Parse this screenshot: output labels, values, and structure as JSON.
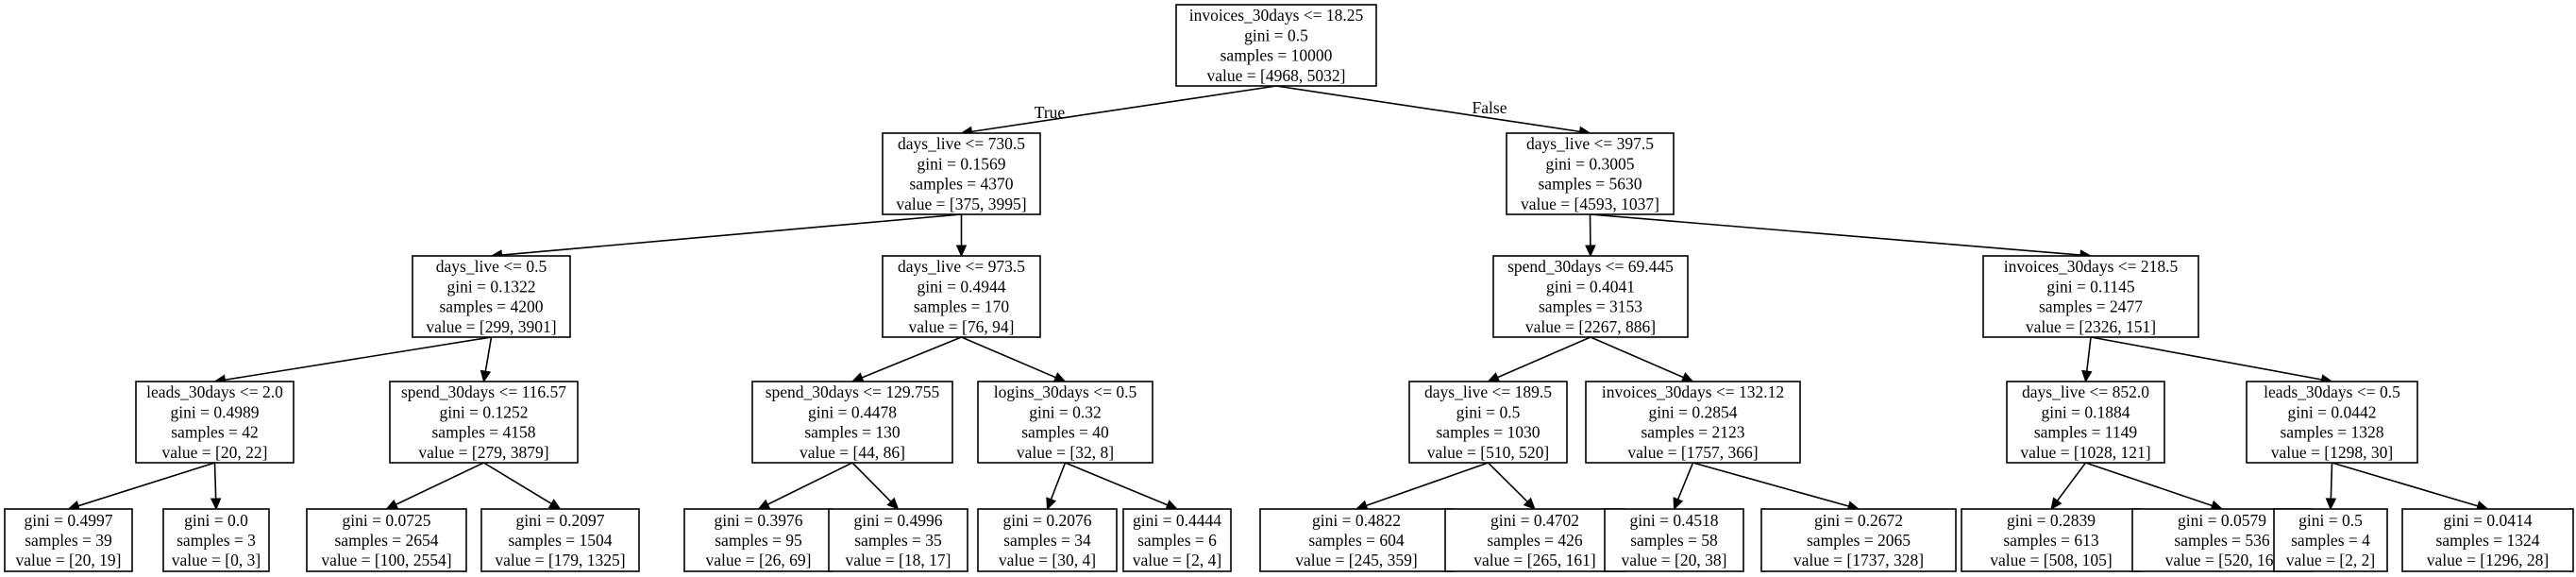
{
  "tree": {
    "root": {
      "id": "n0",
      "lines": [
        "invoices_30days <= 18.25",
        "gini = 0.5",
        "samples = 10000",
        "value = [4968, 5032]"
      ],
      "true_label": "True",
      "false_label": "False",
      "children": [
        {
          "id": "n1",
          "lines": [
            "days_live <= 730.5",
            "gini = 0.1569",
            "samples = 4370",
            "value = [375, 3995]"
          ],
          "children": [
            {
              "id": "n2",
              "lines": [
                "days_live <= 0.5",
                "gini = 0.1322",
                "samples = 4200",
                "value = [299, 3901]"
              ],
              "children": [
                {
                  "id": "n3",
                  "lines": [
                    "leads_30days <= 2.0",
                    "gini = 0.4989",
                    "samples = 42",
                    "value = [20, 22]"
                  ],
                  "children": [
                    {
                      "id": "n4",
                      "lines": [
                        "gini = 0.4997",
                        "samples = 39",
                        "value = [20, 19]"
                      ]
                    },
                    {
                      "id": "n5",
                      "lines": [
                        "gini = 0.0",
                        "samples = 3",
                        "value = [0, 3]"
                      ]
                    }
                  ]
                },
                {
                  "id": "n6",
                  "lines": [
                    "spend_30days <= 116.57",
                    "gini = 0.1252",
                    "samples = 4158",
                    "value = [279, 3879]"
                  ],
                  "children": [
                    {
                      "id": "n7",
                      "lines": [
                        "gini = 0.0725",
                        "samples = 2654",
                        "value = [100, 2554]"
                      ]
                    },
                    {
                      "id": "n8",
                      "lines": [
                        "gini = 0.2097",
                        "samples = 1504",
                        "value = [179, 1325]"
                      ]
                    }
                  ]
                }
              ]
            },
            {
              "id": "n9",
              "lines": [
                "days_live <= 973.5",
                "gini = 0.4944",
                "samples = 170",
                "value = [76, 94]"
              ],
              "children": [
                {
                  "id": "n10",
                  "lines": [
                    "spend_30days <= 129.755",
                    "gini = 0.4478",
                    "samples = 130",
                    "value = [44, 86]"
                  ],
                  "children": [
                    {
                      "id": "n11",
                      "lines": [
                        "gini = 0.3976",
                        "samples = 95",
                        "value = [26, 69]"
                      ]
                    },
                    {
                      "id": "n12",
                      "lines": [
                        "gini = 0.4996",
                        "samples = 35",
                        "value = [18, 17]"
                      ]
                    }
                  ]
                },
                {
                  "id": "n13",
                  "lines": [
                    "logins_30days <= 0.5",
                    "gini = 0.32",
                    "samples = 40",
                    "value = [32, 8]"
                  ],
                  "children": [
                    {
                      "id": "n14",
                      "lines": [
                        "gini = 0.2076",
                        "samples = 34",
                        "value = [30, 4]"
                      ]
                    },
                    {
                      "id": "n15",
                      "lines": [
                        "gini = 0.4444",
                        "samples = 6",
                        "value = [2, 4]"
                      ]
                    }
                  ]
                }
              ]
            }
          ]
        },
        {
          "id": "n16",
          "lines": [
            "days_live <= 397.5",
            "gini = 0.3005",
            "samples = 5630",
            "value = [4593, 1037]"
          ],
          "children": [
            {
              "id": "n17",
              "lines": [
                "spend_30days <= 69.445",
                "gini = 0.4041",
                "samples = 3153",
                "value = [2267, 886]"
              ],
              "children": [
                {
                  "id": "n18",
                  "lines": [
                    "days_live <= 189.5",
                    "gini = 0.5",
                    "samples = 1030",
                    "value = [510, 520]"
                  ],
                  "children": [
                    {
                      "id": "n19",
                      "lines": [
                        "gini = 0.4822",
                        "samples = 604",
                        "value = [245, 359]"
                      ]
                    },
                    {
                      "id": "n20",
                      "lines": [
                        "gini = 0.4702",
                        "samples = 426",
                        "value = [265, 161]"
                      ]
                    }
                  ]
                },
                {
                  "id": "n21",
                  "lines": [
                    "invoices_30days <= 132.12",
                    "gini = 0.2854",
                    "samples = 2123",
                    "value = [1757, 366]"
                  ],
                  "children": [
                    {
                      "id": "n22",
                      "lines": [
                        "gini = 0.4518",
                        "samples = 58",
                        "value = [20, 38]"
                      ]
                    },
                    {
                      "id": "n23",
                      "lines": [
                        "gini = 0.2672",
                        "samples = 2065",
                        "value = [1737, 328]"
                      ]
                    }
                  ]
                }
              ]
            },
            {
              "id": "n24",
              "lines": [
                "invoices_30days <= 218.5",
                "gini = 0.1145",
                "samples = 2477",
                "value = [2326, 151]"
              ],
              "children": [
                {
                  "id": "n25",
                  "lines": [
                    "days_live <= 852.0",
                    "gini = 0.1884",
                    "samples = 1149",
                    "value = [1028, 121]"
                  ],
                  "children": [
                    {
                      "id": "n26",
                      "lines": [
                        "gini = 0.2839",
                        "samples = 613",
                        "value = [508, 105]"
                      ]
                    },
                    {
                      "id": "n27",
                      "lines": [
                        "gini = 0.0579",
                        "samples = 536",
                        "value = [520, 16]"
                      ]
                    }
                  ]
                },
                {
                  "id": "n28",
                  "lines": [
                    "leads_30days <= 0.5",
                    "gini = 0.0442",
                    "samples = 1328",
                    "value = [1298, 30]"
                  ],
                  "children": [
                    {
                      "id": "n29",
                      "lines": [
                        "gini = 0.5",
                        "samples = 4",
                        "value = [2, 2]"
                      ]
                    },
                    {
                      "id": "n30",
                      "lines": [
                        "gini = 0.0414",
                        "samples = 1324",
                        "value = [1296, 28]"
                      ]
                    }
                  ]
                }
              ]
            }
          ]
        }
      ]
    }
  }
}
